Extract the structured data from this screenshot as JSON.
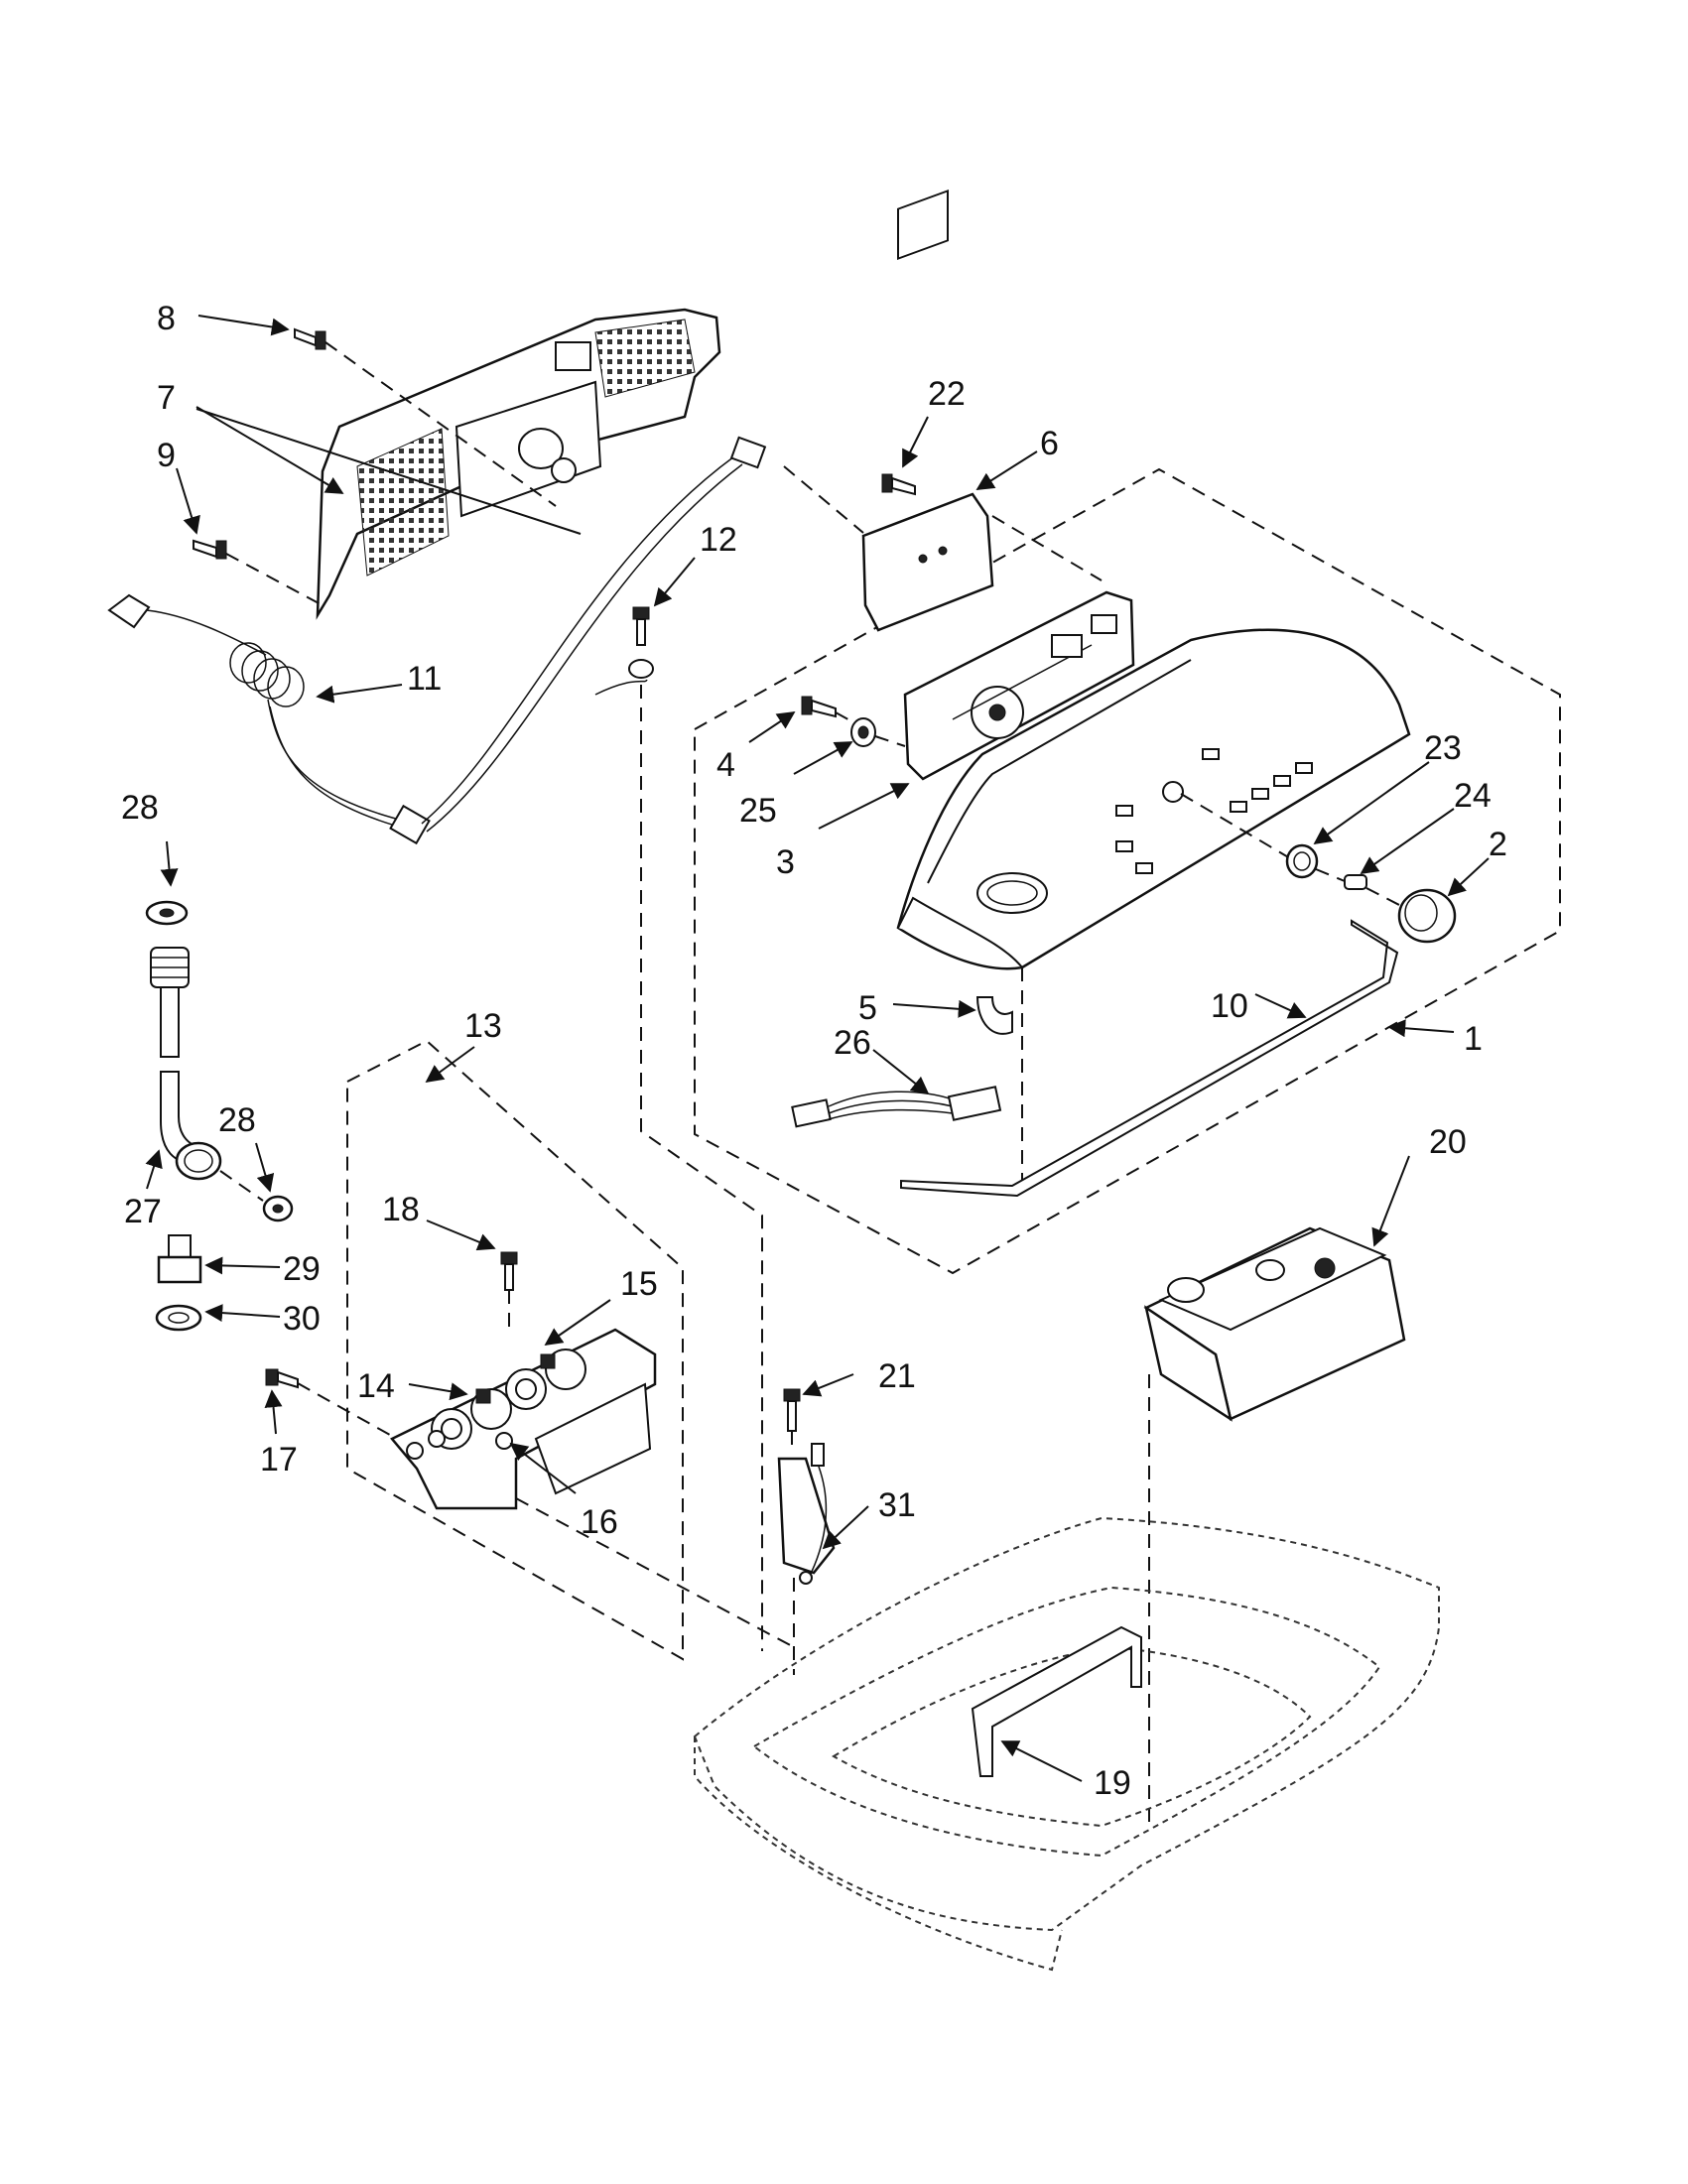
{
  "callouts": [
    "1",
    "2",
    "3",
    "4",
    "5",
    "6",
    "7",
    "8",
    "9",
    "10",
    "11",
    "12",
    "13",
    "14",
    "15",
    "16",
    "17",
    "18",
    "19",
    "20",
    "21",
    "22",
    "23",
    "24",
    "25",
    "26",
    "27",
    "28",
    "29",
    "30",
    "31"
  ],
  "callout_28_second": "28",
  "colors": {
    "ink": "#111111",
    "background": "#ffffff"
  }
}
